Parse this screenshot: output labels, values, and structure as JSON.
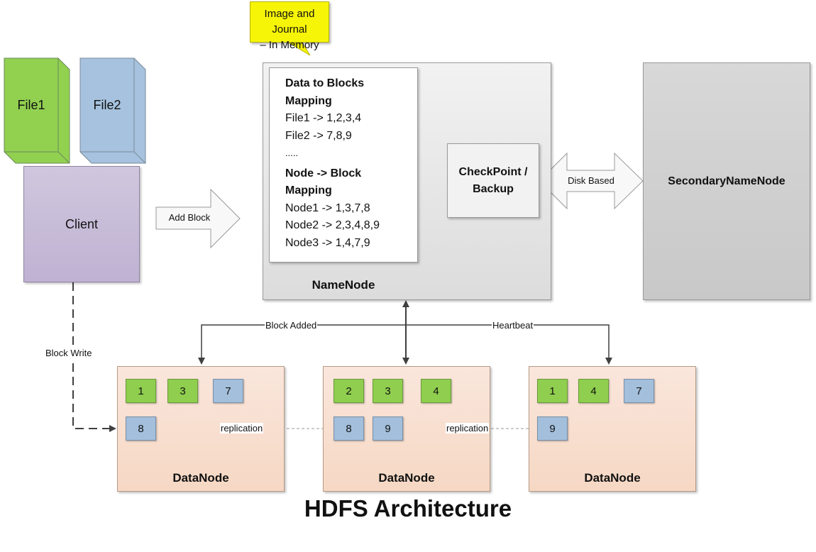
{
  "title": "HDFS Architecture",
  "files": [
    {
      "label": "File1",
      "color": "#92d050"
    },
    {
      "label": "File2",
      "color": "#a6c2de"
    }
  ],
  "client": {
    "label": "Client"
  },
  "add_block_arrow": {
    "label": "Add Block"
  },
  "callout": {
    "line1": "Image and Journal",
    "line2": "– In Memory"
  },
  "namenode": {
    "label": "NameNode",
    "mapping": {
      "data_heading_1": "Data to Blocks",
      "data_heading_2": "Mapping",
      "data_rows": [
        "File1 -> 1,2,3,4",
        "File2 -> 7,8,9",
        "....."
      ],
      "node_heading_1": "Node -> Block",
      "node_heading_2": "Mapping",
      "node_rows": [
        "Node1 -> 1,3,7,8",
        "Node2 -> 2,3,4,8,9",
        "Node3 -> 1,4,7,9"
      ]
    },
    "checkpoint": {
      "line1": "CheckPoint /",
      "line2": "Backup"
    }
  },
  "disk_arrow": {
    "label": "Disk Based"
  },
  "secondary": {
    "label": "SecondaryNameNode"
  },
  "connectors": {
    "block_added": "Block Added",
    "heartbeat": "Heartbeat",
    "block_write": "Block Write",
    "replication_1": "replication",
    "replication_2": "replication"
  },
  "datanodes": [
    {
      "label": "DataNode",
      "row1": [
        {
          "id": "1",
          "type": "green"
        },
        {
          "id": "3",
          "type": "green"
        },
        {
          "id": "7",
          "type": "blue"
        }
      ],
      "row2": [
        {
          "id": "8",
          "type": "blue"
        }
      ]
    },
    {
      "label": "DataNode",
      "row1": [
        {
          "id": "2",
          "type": "green"
        },
        {
          "id": "3",
          "type": "green"
        },
        {
          "id": "4",
          "type": "green"
        }
      ],
      "row2": [
        {
          "id": "8",
          "type": "blue"
        },
        {
          "id": "9",
          "type": "blue"
        }
      ]
    },
    {
      "label": "DataNode",
      "row1": [
        {
          "id": "1",
          "type": "green"
        },
        {
          "id": "4",
          "type": "green"
        },
        {
          "id": "7",
          "type": "blue"
        }
      ],
      "row2": [
        {
          "id": "9",
          "type": "blue"
        }
      ]
    }
  ]
}
